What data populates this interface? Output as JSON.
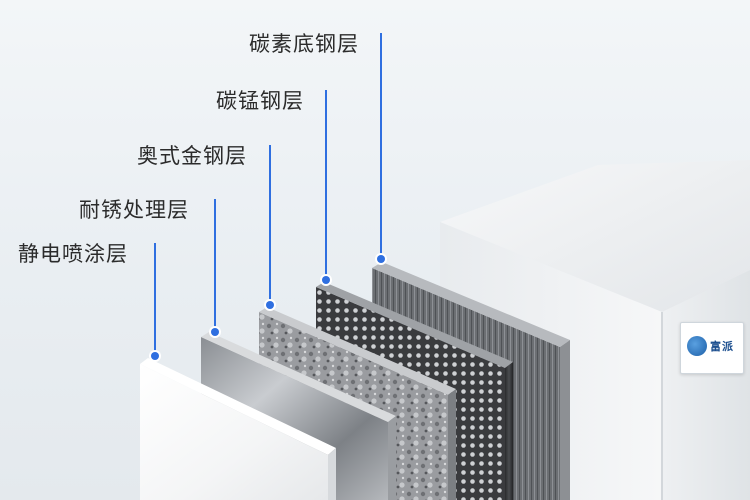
{
  "layers": [
    {
      "id": "static-spray",
      "label": "静电喷涂层"
    },
    {
      "id": "rustproof",
      "label": "耐锈处理层"
    },
    {
      "id": "austenitic",
      "label": "奥式金钢层"
    },
    {
      "id": "carbon-manganese",
      "label": "碳锰钢层"
    },
    {
      "id": "carbon-base",
      "label": "碳素底钢层"
    }
  ],
  "brand": {
    "text": "富派"
  },
  "colors": {
    "accent": "#2f6fe0",
    "text": "#2b2b2b"
  }
}
